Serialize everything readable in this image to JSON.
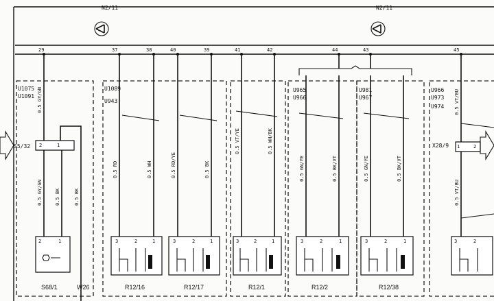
{
  "ground_labels": [
    "N2/11",
    "N2/11"
  ],
  "bus_pins": [
    "29",
    "37",
    "38",
    "40",
    "39",
    "41",
    "42",
    "44",
    "43",
    "45"
  ],
  "variant_codes": {
    "left": [
      "U1075",
      "U1091"
    ],
    "r12_16_17": [
      "U1089",
      "U943"
    ],
    "r12_2": [
      "U965",
      "U966"
    ],
    "r12_38": [
      "U981",
      "U967"
    ],
    "right": [
      "U966",
      "U973",
      "U974"
    ]
  },
  "connectors": {
    "left": "S5/32",
    "right": "X28/9"
  },
  "wire_labels": {
    "left_top": "0.5 GY/GN",
    "left_bot1": "0.5 GY/GN",
    "left_bot2": "0.5 BK",
    "left_bot3": "0.5 BK",
    "r16_a": "0.5 RD",
    "r16_b": "0.5 WH",
    "r17_a": "0.5 RD/YE",
    "r17_b": "0.5 BK",
    "r1_a": "0.5 VT/YE",
    "r1_b": "0.5 WH/BK",
    "r2_a": "0.5 GN/YE",
    "r2_b": "0.5 BK/VT",
    "r38_a": "0.5 GN/YE",
    "r38_b": "0.5 BK/VT",
    "right_top": "0.5 VT/BU",
    "right_bot": "0.5 VT/BU"
  },
  "pin_numbers": {
    "left_conn": [
      "2",
      "1"
    ],
    "right_conn": [
      "1",
      "2"
    ],
    "comp": [
      "3",
      "2",
      "1"
    ],
    "s68": [
      "2",
      "1"
    ]
  },
  "components": [
    "S68/1",
    "W26",
    "R12/16",
    "R12/17",
    "R12/1",
    "R12/2",
    "R12/38"
  ]
}
